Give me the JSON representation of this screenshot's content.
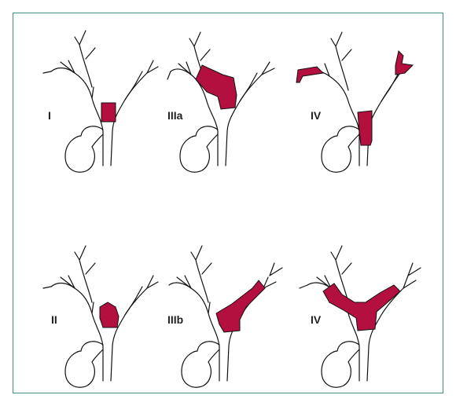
{
  "figure": {
    "accent_color": "#b3103f",
    "panels": [
      {
        "id": "I",
        "label": "I"
      },
      {
        "id": "IIIa",
        "label": "IIIa"
      },
      {
        "id": "IV-top",
        "label": "IV"
      },
      {
        "id": "II",
        "label": "II"
      },
      {
        "id": "IIIb",
        "label": "IIIb"
      },
      {
        "id": "IV-bottom",
        "label": "IV"
      }
    ]
  }
}
